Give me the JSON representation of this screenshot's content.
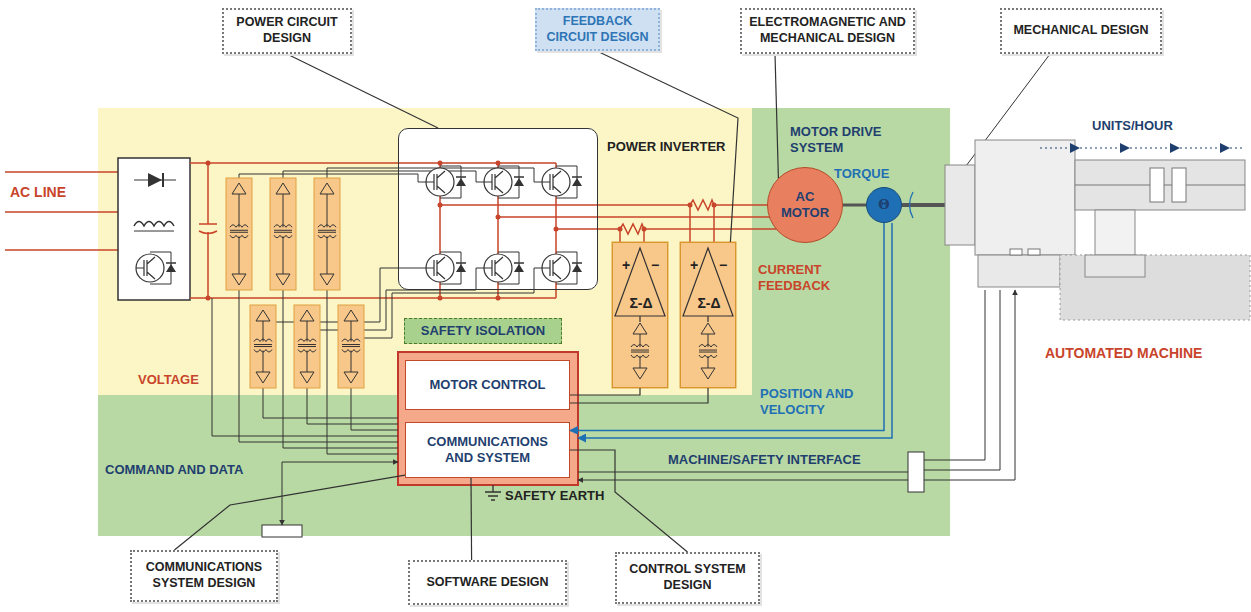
{
  "diagram": {
    "nodes": [
      {
        "text": [
          "POWER CIRCUIT DESIGN"
        ]
      },
      {
        "text": [
          "FEEDBACK CIRCUIT DESIGN"
        ]
      },
      {
        "text": [
          "ELECTROMAGNETIC AND MECHANICAL DESIGN"
        ]
      },
      {
        "text": [
          "MECHANICAL DESIGN"
        ]
      },
      {
        "text": [
          "MOTOR DRIVE SYSTEM"
        ]
      },
      {
        "text": [
          "POWER INVERTER"
        ],
        "in": 4
      },
      {
        "text": [
          "AC MOTOR"
        ],
        "in": 4
      },
      {
        "text": [
          "Θ"
        ],
        "in": 4
      },
      {
        "text": [
          "+",
          "−",
          "Σ-Δ"
        ],
        "in": 4
      },
      {
        "text": [
          "+",
          "−",
          "Σ-Δ"
        ],
        "in": 4
      },
      {
        "text": [
          "SAFETY ISOLATION"
        ],
        "in": 4
      },
      {
        "text": [
          "MOTOR CONTROL"
        ],
        "in": 4
      },
      {
        "text": [
          "COMMUNICATIONS AND SYSTEM"
        ],
        "in": 4
      },
      {
        "text": [
          "COMMUNICATIONS SYSTEM DESIGN"
        ]
      },
      {
        "text": [
          "SOFTWARE DESIGN"
        ]
      },
      {
        "text": [
          "CONTROL SYSTEM DESIGN"
        ]
      }
    ],
    "edges": [
      {
        "from": 0,
        "to": 5,
        "arrow": "none"
      },
      {
        "from": 1,
        "to": 9,
        "arrow": "none"
      },
      {
        "from": 2,
        "to": 6,
        "arrow": "none"
      },
      {
        "from": 13,
        "to": 12,
        "arrow": "none"
      },
      {
        "from": 14,
        "to": 12,
        "arrow": "none"
      },
      {
        "from": 15,
        "to": 12,
        "arrow": "none"
      },
      {
        "from": 6,
        "to": 7,
        "arrow": "none"
      },
      {
        "from": 7,
        "to": 12,
        "arrow": "to"
      },
      {
        "from": 8,
        "to": 11,
        "arrow": "none"
      },
      {
        "from": 9,
        "to": 11,
        "arrow": "none"
      }
    ],
    "labels": [
      "AC LINE",
      "VOLTAGE",
      "CURRENT FEEDBACK",
      "POSITION AND VELOCITY",
      "COMMAND AND DATA",
      "MACHINE/SAFETY INTERFACE",
      "SAFETY EARTH",
      "TORQUE",
      "UNITS/HOUR",
      "AUTOMATED MACHINE"
    ]
  }
}
